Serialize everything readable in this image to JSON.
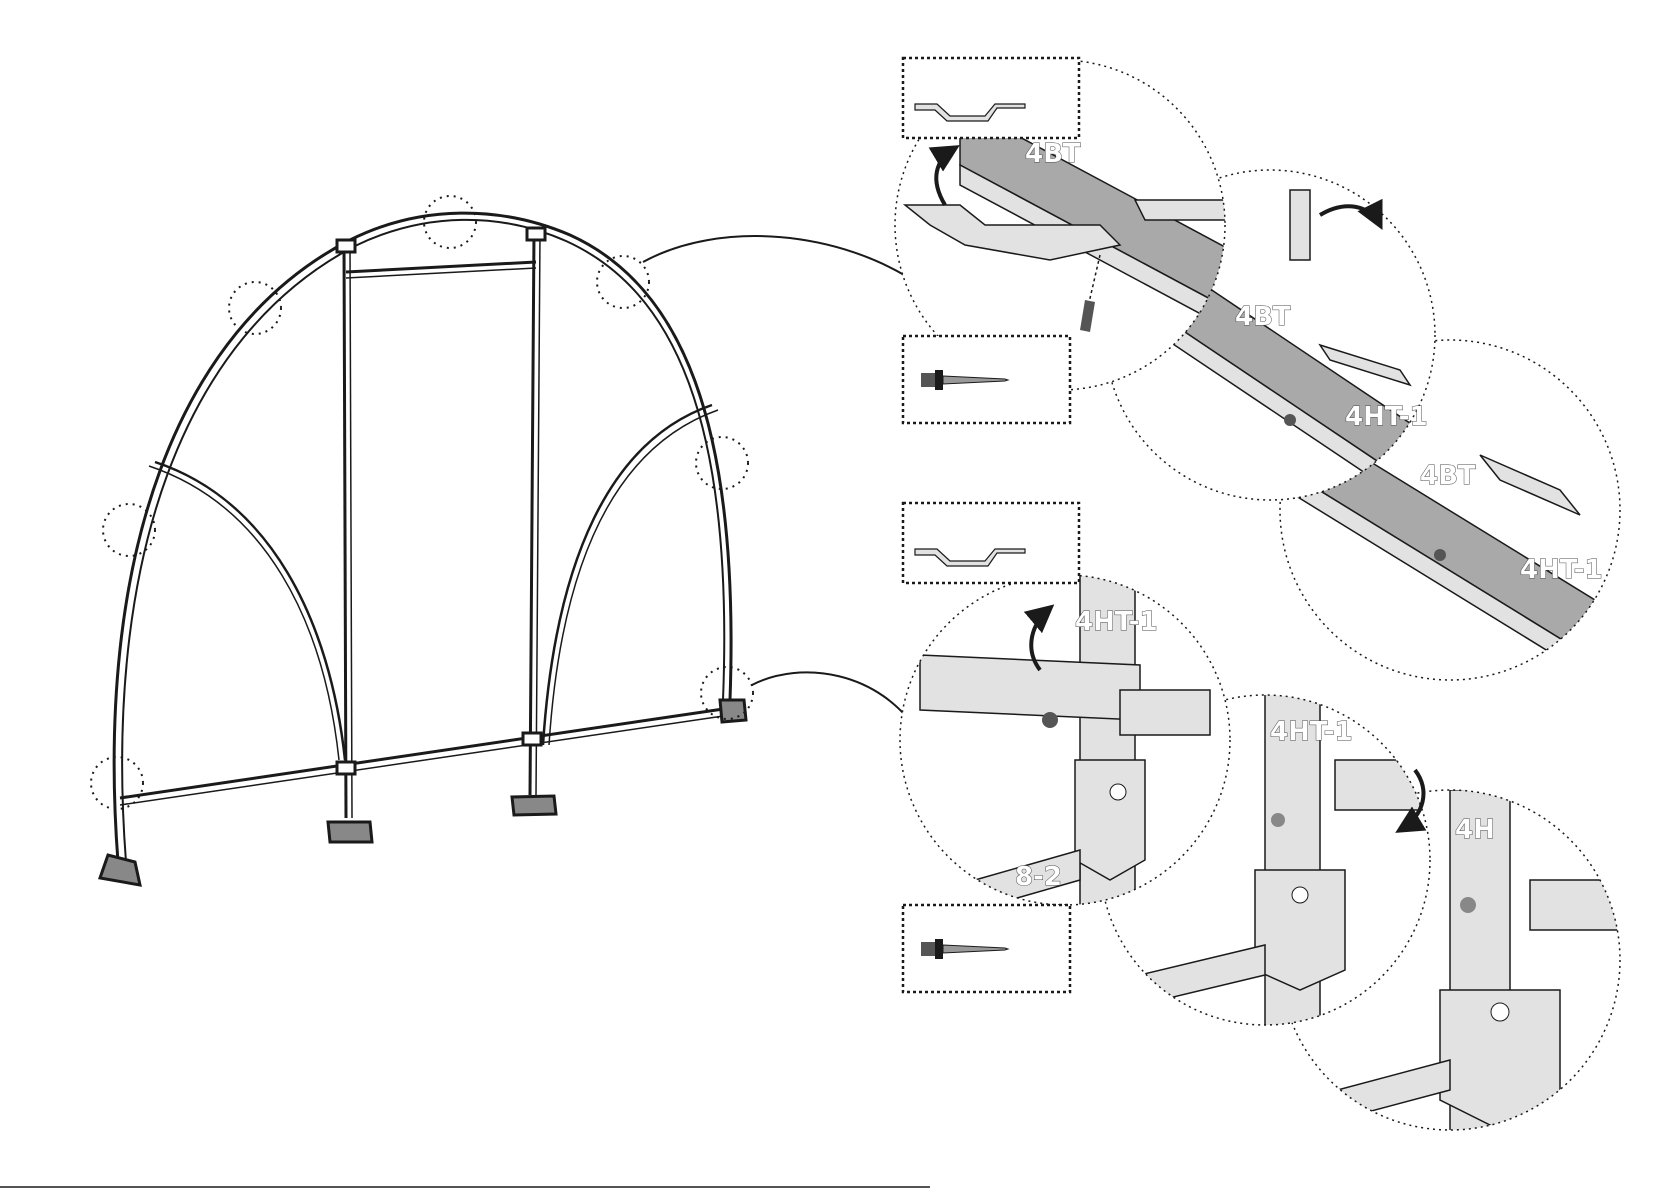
{
  "labels": {
    "top_detail_1": "4BT",
    "top_detail_2": "4BT",
    "top_detail_3": "4HT-1",
    "top_detail_4": "4BT",
    "top_detail_5": "4HT-1",
    "bottom_detail_1": "4HT-1",
    "bottom_detail_2": "8-2",
    "bottom_detail_3": "4HT-1",
    "bottom_detail_4": "4H"
  },
  "colors": {
    "line": "#1a1a1a",
    "panel": "#a9a9a9",
    "metal": "#e2e2e2",
    "bolt": "#555555"
  },
  "icons": [
    "bracket-icon",
    "screw-icon",
    "rotate-arrow-icon",
    "connector-arrow-icon"
  ]
}
